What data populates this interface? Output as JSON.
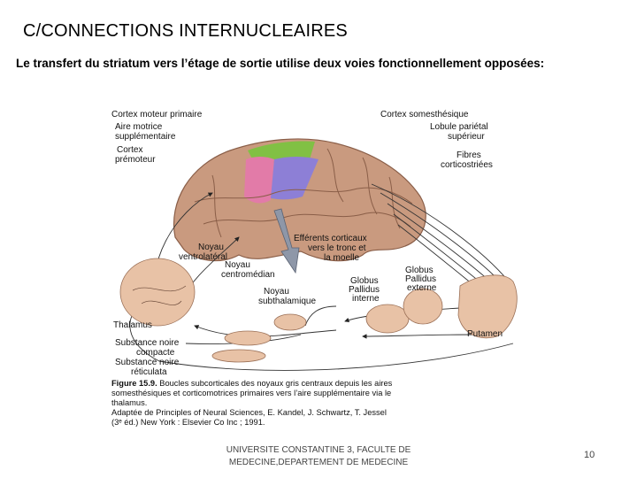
{
  "slide": {
    "title": "C/CONNECTIONS INTERNUCLEAIRES",
    "subtitle": "Le transfert du striatum vers l’étage de sortie utilise deux voies fonctionnellement opposées:",
    "footer_line1": "UNIVERSITE CONSTANTINE 3, FACULTE DE",
    "footer_line2": "MEDECINE,DEPARTEMENT DE MEDECINE",
    "page_number": "10"
  },
  "figure": {
    "labels": {
      "cortex_moteur": "Cortex moteur primaire",
      "aire_motrice_1": "Aire motrice",
      "aire_motrice_2": "supplémentaire",
      "cortex_premoteur_1": "Cortex",
      "cortex_premoteur_2": "prémoteur",
      "cortex_somesth": "Cortex somesthésique",
      "lobule_1": "Lobule pariétal",
      "lobule_2": "supérieur",
      "fibres_1": "Fibres",
      "fibres_2": "corticostriées",
      "efferentes_1": "Efférents corticaux",
      "efferentes_2": "vers le tronc et",
      "efferentes_3": "la moelle",
      "noyau_vl_1": "Noyau",
      "noyau_vl_2": "ventrolatéral",
      "noyau_cm_1": "Noyau",
      "noyau_cm_2": "centromédian",
      "noyau_sub_1": "Noyau",
      "noyau_sub_2": "subthalamique",
      "gp_ext_1": "Globus",
      "gp_ext_2": "Pallidus",
      "gp_ext_3": "externe",
      "gp_int_1": "Globus",
      "gp_int_2": "Pallidus",
      "gp_int_3": "interne",
      "thalamus": "Thalamus",
      "snc_1": "Substance noire",
      "snc_2": "compacte",
      "snr_1": "Substance noire",
      "snr_2": "réticulata",
      "putamen": "Putamen"
    },
    "caption": {
      "line1_bold": "Figure 15.9.",
      "line1_rest": "Boucles subcorticales des noyaux gris centraux depuis les aires",
      "line2": "somesthésiques et corticomotrices primaires vers l’aire supplémentaire via le",
      "line3": "thalamus.",
      "line4": "Adaptée de Principles of Neural Sciences, E. Kandel, J. Schwartz, T. Jessel",
      "line5": "(3ᵉ éd.) New York : Elsevier Co Inc ; 1991."
    },
    "colors": {
      "brain": "#c99a7f",
      "green_area": "#7dc241",
      "pink_area": "#e27ba8",
      "purple_area": "#8d7fd6",
      "nuclei": "#e8c2a6"
    }
  }
}
